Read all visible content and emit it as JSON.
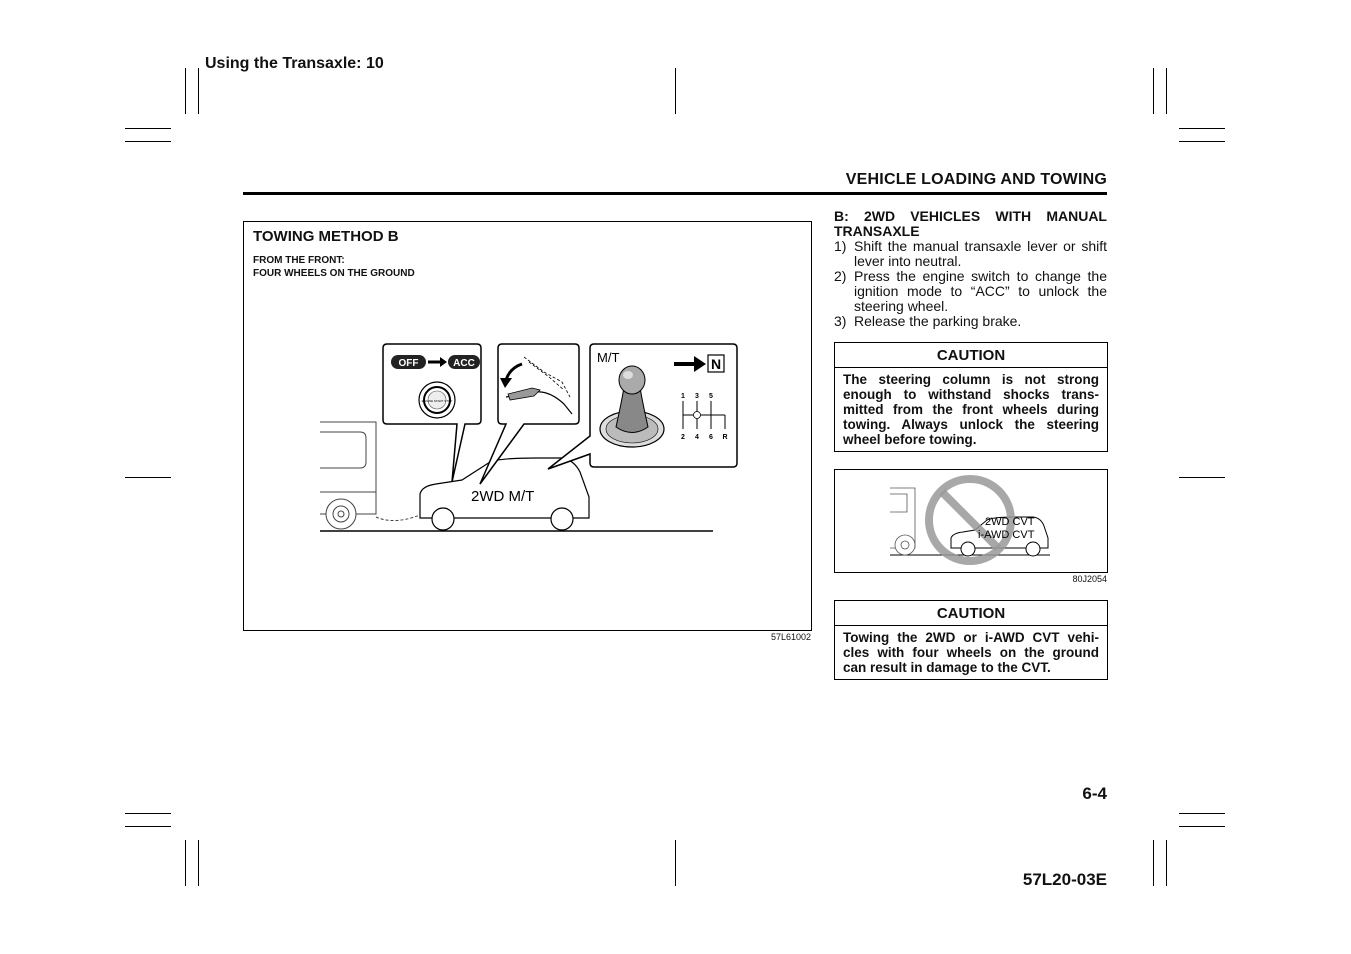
{
  "running_head": "Using the Transaxle: 10",
  "section_title": "VEHICLE LOADING AND TOWING",
  "figure": {
    "title": "TOWING METHOD B",
    "subtitle_1": "FROM THE FRONT:",
    "subtitle_2": "FOUR WHEELS ON THE GROUND",
    "switch_off": "OFF",
    "switch_acc": "ACC",
    "button_text": "ENGINE START STOP",
    "transaxle_label": "M/T",
    "neutral_label": "N",
    "shift_pattern_top": [
      "1",
      "3",
      "5"
    ],
    "shift_pattern_bottom": [
      "2",
      "4",
      "6",
      "R"
    ],
    "vehicle_label": "2WD M/T",
    "code": "57L61002"
  },
  "section_b": {
    "heading": "B: 2WD VEHICLES WITH MANUAL TRANSAXLE",
    "steps": [
      {
        "num": "1)",
        "text": "Shift the manual transaxle lever or shift lever into neutral."
      },
      {
        "num": "2)",
        "text": "Press the engine switch to change the ignition mode to “ACC” to unlock the steering wheel."
      },
      {
        "num": "3)",
        "text": "Release the parking brake."
      }
    ]
  },
  "caution_1": {
    "heading": "CAUTION",
    "body": "The steering column is not strong enough to withstand shocks trans-mitted from the front wheels during towing. Always unlock the steering wheel before towing."
  },
  "figure_2": {
    "label_1": "2WD CVT",
    "label_2": "i-AWD CVT",
    "code": "80J2054"
  },
  "caution_2": {
    "heading": "CAUTION",
    "body": "Towing the 2WD or i-AWD CVT vehi-cles with four wheels on the ground can result in damage to the CVT."
  },
  "page_number": "6-4",
  "document_code": "57L20-03E"
}
